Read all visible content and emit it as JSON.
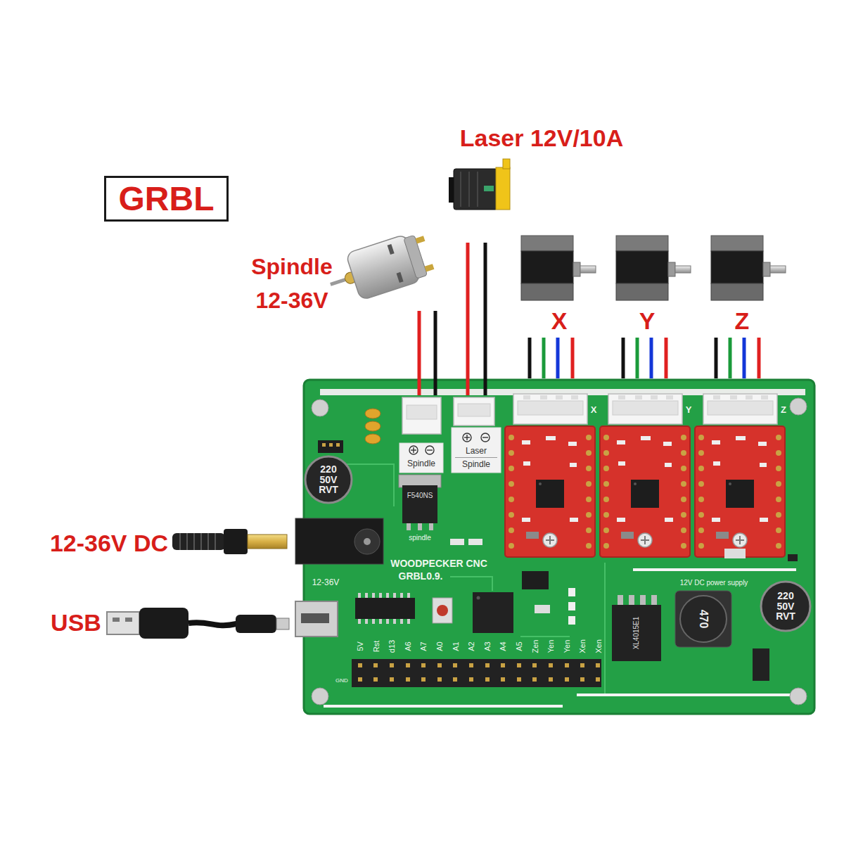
{
  "diagram": {
    "nodes": [
      {
        "text": [
          "GRBL"
        ]
      }
    ],
    "labels": [
      "Laser 12V/10A",
      "Spindle 12-36V",
      "X",
      "Y",
      "Z",
      "X",
      "Y",
      "Z",
      "Laser",
      "Spindle",
      "Spindle",
      "220 50V RVT",
      "F540NS",
      "spindle",
      "12-36V DC",
      "WOODPECKER CNC",
      "GRBL0.9.",
      "12-36V",
      "12V DC power supply",
      "220 50V RVT",
      "470",
      "XL4015E1",
      "USB",
      "5V",
      "Rst",
      "d13",
      "A6",
      "A7",
      "A0",
      "A1",
      "A2",
      "A3",
      "A4",
      "A5",
      "Zen",
      "Yen",
      "Yen",
      "Xen",
      "Xen",
      "GND"
    ]
  }
}
